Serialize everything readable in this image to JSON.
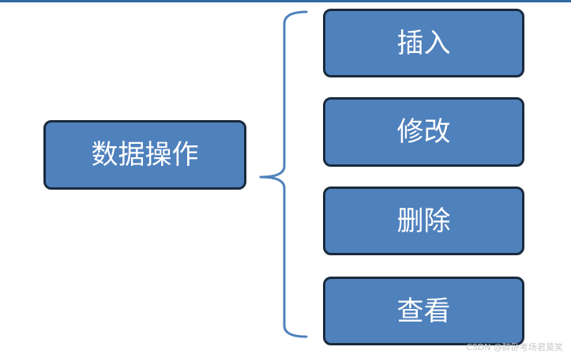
{
  "root": {
    "label": "数据操作"
  },
  "children": [
    {
      "label": "插入"
    },
    {
      "label": "修改"
    },
    {
      "label": "删除"
    },
    {
      "label": "查看"
    }
  ],
  "watermark": "CSDN @醉卧考场君莫笑",
  "colors": {
    "node_fill": "#4f81bd",
    "node_border": "#1a2a3c",
    "brace": "#4f81bd",
    "top_rule": "#2f6aa0"
  }
}
